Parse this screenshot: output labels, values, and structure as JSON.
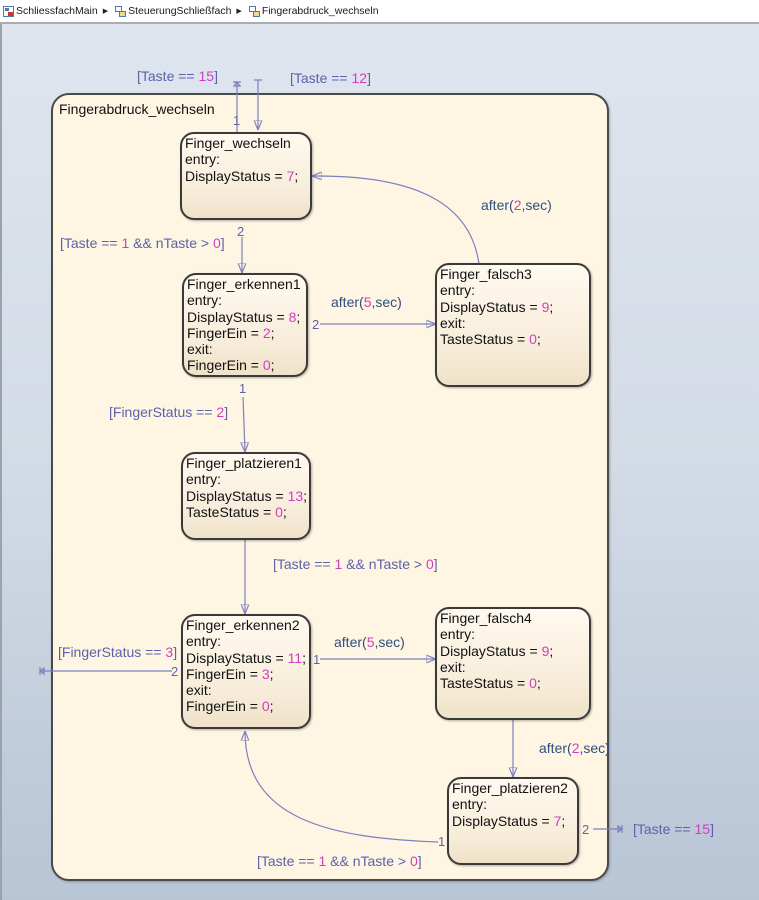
{
  "breadcrumb": [
    {
      "label": "SchliessfachMain",
      "icon": "model-icon"
    },
    {
      "label": "SteuerungSchließfach",
      "icon": "chart-icon"
    },
    {
      "label": "Fingerabdruck_wechseln",
      "icon": "chart-icon"
    }
  ],
  "parent_state": {
    "name": "Fingerabdruck_wechseln"
  },
  "states": {
    "finger_wechseln": {
      "name": "Finger_wechseln",
      "lines": [
        [
          "entry:"
        ],
        [
          "DisplayStatus = ",
          "7",
          ";"
        ]
      ]
    },
    "finger_erkennen1": {
      "name": "Finger_erkennen1",
      "lines": [
        [
          "entry:"
        ],
        [
          "DisplayStatus = ",
          "8",
          ";"
        ],
        [
          "FingerEin = ",
          "2",
          ";"
        ],
        [
          "exit:"
        ],
        [
          "FingerEin = ",
          "0",
          ";"
        ]
      ]
    },
    "finger_falsch3": {
      "name": "Finger_falsch3",
      "lines": [
        [
          "entry:"
        ],
        [
          "DisplayStatus = ",
          "9",
          ";"
        ],
        [
          "exit:"
        ],
        [
          "TasteStatus = ",
          "0",
          ";"
        ]
      ]
    },
    "finger_platzieren1": {
      "name": "Finger_platzieren1",
      "lines": [
        [
          "entry:"
        ],
        [
          "DisplayStatus = ",
          "13",
          ";"
        ],
        [
          "TasteStatus = ",
          "0",
          ";"
        ]
      ]
    },
    "finger_erkennen2": {
      "name": "Finger_erkennen2",
      "lines": [
        [
          "entry:"
        ],
        [
          "DisplayStatus = ",
          "11",
          ";"
        ],
        [
          "FingerEin = ",
          "3",
          ";"
        ],
        [
          "exit:"
        ],
        [
          "FingerEin = ",
          "0",
          ";"
        ]
      ]
    },
    "finger_falsch4": {
      "name": "Finger_falsch4",
      "lines": [
        [
          "entry:"
        ],
        [
          "DisplayStatus = ",
          "9",
          ";"
        ],
        [
          "exit:"
        ],
        [
          "TasteStatus = ",
          "0",
          ";"
        ]
      ]
    },
    "finger_platzieren2": {
      "name": "Finger_platzieren2",
      "lines": [
        [
          "entry:"
        ],
        [
          "DisplayStatus = ",
          "7",
          ";"
        ]
      ]
    }
  },
  "transitions": {
    "exit_top": {
      "pre": "[Taste == ",
      "num": "15",
      "post": "]",
      "order": "1"
    },
    "enter_top": {
      "pre": "[Taste == ",
      "num": "12",
      "post": "]"
    },
    "wechseln_to_erkennen1": {
      "pre": "[Taste == ",
      "num": "1",
      "mid": " && nTaste > ",
      "num2": "0",
      "post": "]",
      "order": "2"
    },
    "erkennen1_to_falsch3": {
      "pre": "after(",
      "num": "5",
      "post": ",sec)",
      "order": "2"
    },
    "falsch3_to_wechseln": {
      "pre": "after(",
      "num": "2",
      "post": ",sec)"
    },
    "erkennen1_to_platzieren1": {
      "pre": "[FingerStatus == ",
      "num": "2",
      "post": "]",
      "order": "1"
    },
    "platzieren1_to_erkennen2": {
      "pre": "[Taste == ",
      "num": "1",
      "mid": " && nTaste > ",
      "num2": "0",
      "post": "]"
    },
    "erkennen2_exit": {
      "pre": "[FingerStatus == ",
      "num": "3",
      "post": "]",
      "order": "2"
    },
    "erkennen2_to_falsch4": {
      "pre": "after(",
      "num": "5",
      "post": ",sec)",
      "order": "1"
    },
    "falsch4_to_platzieren2": {
      "pre": "after(",
      "num": "2",
      "post": ",sec)"
    },
    "platzieren2_to_erkennen2": {
      "pre": "[Taste == ",
      "num": "1",
      "mid": " && nTaste > ",
      "num2": "0",
      "post": "]",
      "order": "1"
    },
    "platzieren2_exit": {
      "pre": "[Taste == ",
      "num": "15",
      "post": "]",
      "order": "2"
    }
  },
  "colors": {
    "line": "#7b80c0",
    "label": "#5b62a8",
    "number": "#d23cc4",
    "state_fill": "#fff5e3"
  }
}
